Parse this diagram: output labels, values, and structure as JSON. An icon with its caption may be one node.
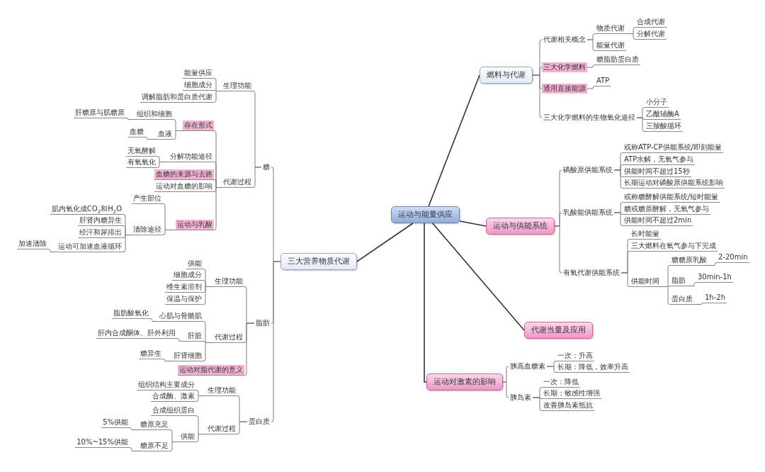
{
  "diagram": {
    "nodes": [
      {
        "text": [
          "运动与能量供应"
        ]
      },
      {
        "text": [
          "燃料与代谢"
        ]
      },
      {
        "text": [
          "代谢相关概念"
        ]
      },
      {
        "text": [
          "物质代谢"
        ]
      },
      {
        "text": [
          "合成代谢"
        ]
      },
      {
        "text": [
          "分解代谢"
        ]
      },
      {
        "text": [
          "能量代谢"
        ]
      },
      {
        "text": [
          "三大化学燃料"
        ]
      },
      {
        "text": [
          "糖脂肪蛋白质"
        ]
      },
      {
        "text": [
          "通用直接能源"
        ]
      },
      {
        "text": [
          "ATP"
        ]
      },
      {
        "text": [
          "三大化学燃料的生物氧化途径"
        ]
      },
      {
        "text": [
          "小分子"
        ]
      },
      {
        "text": [
          "乙酰辅酶A"
        ]
      },
      {
        "text": [
          "三羧酸循环"
        ]
      },
      {
        "text": [
          "运动与供能系统"
        ]
      },
      {
        "text": [
          "磷酸原供能系统"
        ]
      },
      {
        "text": [
          "或称ATP-CP供能系统/即刻能量"
        ]
      },
      {
        "text": [
          "ATP水解，无氧气参与"
        ]
      },
      {
        "text": [
          "供能时间不超过15秒"
        ]
      },
      {
        "text": [
          "长期运动对磷酸原供能系统影响"
        ]
      },
      {
        "text": [
          "乳酸能供能系统"
        ]
      },
      {
        "text": [
          "或称糖酵解供能系统/短时能量"
        ]
      },
      {
        "text": [
          "糖或糖原酵解，无氧气参与"
        ]
      },
      {
        "text": [
          "供能时间不超过2min"
        ]
      },
      {
        "text": [
          "有氧代谢供能系统"
        ]
      },
      {
        "text": [
          "长时能量"
        ]
      },
      {
        "text": [
          "三大燃料在氧气参与下完成"
        ]
      },
      {
        "text": [
          "供能时间"
        ]
      },
      {
        "text": [
          "糖糖原乳酸"
        ]
      },
      {
        "text": [
          "2-20min"
        ]
      },
      {
        "text": [
          "脂肪"
        ]
      },
      {
        "text": [
          "30min-1h"
        ]
      },
      {
        "text": [
          "蛋白质"
        ]
      },
      {
        "text": [
          "1h-2h"
        ]
      },
      {
        "text": [
          "代谢当量及应用"
        ]
      },
      {
        "text": [
          "运动对激素的影响"
        ]
      },
      {
        "text": [
          "胰高血糖素"
        ]
      },
      {
        "text": [
          "一次：升高"
        ]
      },
      {
        "text": [
          "长期：降低，效率升高"
        ]
      },
      {
        "text": [
          "胰岛素"
        ]
      },
      {
        "text": [
          "一次：降低"
        ]
      },
      {
        "text": [
          "长期：敏感性增强"
        ]
      },
      {
        "text": [
          "改善胰岛素抵抗"
        ]
      },
      {
        "text": [
          "三大营养物质代谢"
        ]
      },
      {
        "text": [
          "糖"
        ]
      },
      {
        "text": [
          "生理功能"
        ]
      },
      {
        "text": [
          "能量供应"
        ]
      },
      {
        "text": [
          "细胞成分"
        ]
      },
      {
        "text": [
          "调解脂肪和蛋白质代谢"
        ]
      },
      {
        "text": [
          "代谢过程"
        ]
      },
      {
        "text": [
          "存在形式"
        ]
      },
      {
        "text": [
          "组织和细胞"
        ]
      },
      {
        "text": [
          "肝糖原与肌糖原"
        ]
      },
      {
        "text": [
          "血液"
        ]
      },
      {
        "text": [
          "血糖"
        ]
      },
      {
        "text": [
          "分解功能途径"
        ]
      },
      {
        "text": [
          "无氧酵解"
        ]
      },
      {
        "text": [
          "有氧氧化"
        ]
      },
      {
        "text": [
          "血糖的来源与去路"
        ]
      },
      {
        "text": [
          "运动对血糖的影响"
        ]
      },
      {
        "text": [
          "运动与乳酸"
        ]
      },
      {
        "text": [
          "产生部位"
        ]
      },
      {
        "text": [
          "清除途径"
        ]
      },
      {
        "text": [
          "肌内氧化成CO$_{2}$和H$_{2}$O"
        ]
      },
      {
        "text": [
          "肝肾内糖异生"
        ]
      },
      {
        "text": [
          "经汗和尿排出"
        ]
      },
      {
        "text": [
          "运动可加速血液循环"
        ]
      },
      {
        "text": [
          "加速清除"
        ]
      },
      {
        "text": [
          "脂肪"
        ]
      },
      {
        "text": [
          "生理功能"
        ]
      },
      {
        "text": [
          "供能"
        ]
      },
      {
        "text": [
          "细胞成分"
        ]
      },
      {
        "text": [
          "维生素溶剂"
        ]
      },
      {
        "text": [
          "保温与保护"
        ]
      },
      {
        "text": [
          "代谢过程"
        ]
      },
      {
        "text": [
          "心肌与骨骼肌"
        ]
      },
      {
        "text": [
          "脂肪酸氧化"
        ]
      },
      {
        "text": [
          "肝脏"
        ]
      },
      {
        "text": [
          "肝内合成酮体、肝外利用"
        ]
      },
      {
        "text": [
          "肝肾细胞"
        ]
      },
      {
        "text": [
          "糖异生"
        ]
      },
      {
        "text": [
          "运动对脂代谢的意义"
        ]
      },
      {
        "text": [
          "蛋白质"
        ]
      },
      {
        "text": [
          "生理功能"
        ]
      },
      {
        "text": [
          "组织结构主要成分"
        ]
      },
      {
        "text": [
          "合成酶、激素"
        ]
      },
      {
        "text": [
          "代谢过程"
        ]
      },
      {
        "text": [
          "合成组织蛋白"
        ]
      },
      {
        "text": [
          "供能"
        ]
      },
      {
        "text": [
          "糖原充足"
        ]
      },
      {
        "text": [
          "5%供能"
        ]
      },
      {
        "text": [
          "糖原不足"
        ]
      },
      {
        "text": [
          "10%~15%供能"
        ]
      }
    ],
    "edges": [
      {
        "from": 0,
        "to": 1,
        "arrow": "none"
      },
      {
        "from": 0,
        "to": 15,
        "arrow": "none"
      },
      {
        "from": 0,
        "to": 35,
        "arrow": "none"
      },
      {
        "from": 0,
        "to": 36,
        "arrow": "none"
      },
      {
        "from": 0,
        "to": 44,
        "arrow": "none"
      },
      {
        "from": 1,
        "to": 2,
        "arrow": "none"
      },
      {
        "from": 2,
        "to": 3,
        "arrow": "none"
      },
      {
        "from": 3,
        "to": 4,
        "arrow": "none"
      },
      {
        "from": 3,
        "to": 5,
        "arrow": "none"
      },
      {
        "from": 2,
        "to": 6,
        "arrow": "none"
      },
      {
        "from": 1,
        "to": 7,
        "arrow": "none"
      },
      {
        "from": 7,
        "to": 8,
        "arrow": "none"
      },
      {
        "from": 1,
        "to": 9,
        "arrow": "none"
      },
      {
        "from": 9,
        "to": 10,
        "arrow": "none"
      },
      {
        "from": 1,
        "to": 11,
        "arrow": "none"
      },
      {
        "from": 11,
        "to": 12,
        "arrow": "none"
      },
      {
        "from": 11,
        "to": 13,
        "arrow": "none"
      },
      {
        "from": 11,
        "to": 14,
        "arrow": "none"
      },
      {
        "from": 15,
        "to": 16,
        "arrow": "none"
      },
      {
        "from": 16,
        "to": 17,
        "arrow": "none"
      },
      {
        "from": 16,
        "to": 18,
        "arrow": "none"
      },
      {
        "from": 16,
        "to": 19,
        "arrow": "none"
      },
      {
        "from": 16,
        "to": 20,
        "arrow": "none"
      },
      {
        "from": 15,
        "to": 21,
        "arrow": "none"
      },
      {
        "from": 21,
        "to": 22,
        "arrow": "none"
      },
      {
        "from": 21,
        "to": 23,
        "arrow": "none"
      },
      {
        "from": 21,
        "to": 24,
        "arrow": "none"
      },
      {
        "from": 15,
        "to": 25,
        "arrow": "none"
      },
      {
        "from": 25,
        "to": 26,
        "arrow": "none"
      },
      {
        "from": 25,
        "to": 27,
        "arrow": "none"
      },
      {
        "from": 25,
        "to": 28,
        "arrow": "none"
      },
      {
        "from": 28,
        "to": 29,
        "arrow": "none"
      },
      {
        "from": 29,
        "to": 30,
        "arrow": "none"
      },
      {
        "from": 28,
        "to": 31,
        "arrow": "none"
      },
      {
        "from": 31,
        "to": 32,
        "arrow": "none"
      },
      {
        "from": 28,
        "to": 33,
        "arrow": "none"
      },
      {
        "from": 33,
        "to": 34,
        "arrow": "none"
      },
      {
        "from": 36,
        "to": 37,
        "arrow": "none"
      },
      {
        "from": 37,
        "to": 38,
        "arrow": "none"
      },
      {
        "from": 37,
        "to": 39,
        "arrow": "none"
      },
      {
        "from": 36,
        "to": 40,
        "arrow": "none"
      },
      {
        "from": 40,
        "to": 41,
        "arrow": "none"
      },
      {
        "from": 40,
        "to": 42,
        "arrow": "none"
      },
      {
        "from": 40,
        "to": 43,
        "arrow": "none"
      },
      {
        "from": 44,
        "to": 45,
        "arrow": "none"
      },
      {
        "from": 45,
        "to": 46,
        "arrow": "none"
      },
      {
        "from": 46,
        "to": 47,
        "arrow": "none"
      },
      {
        "from": 46,
        "to": 48,
        "arrow": "none"
      },
      {
        "from": 46,
        "to": 49,
        "arrow": "none"
      },
      {
        "from": 45,
        "to": 50,
        "arrow": "none"
      },
      {
        "from": 50,
        "to": 51,
        "arrow": "none"
      },
      {
        "from": 51,
        "to": 52,
        "arrow": "none"
      },
      {
        "from": 52,
        "to": 53,
        "arrow": "none"
      },
      {
        "from": 51,
        "to": 54,
        "arrow": "none"
      },
      {
        "from": 54,
        "to": 55,
        "arrow": "none"
      },
      {
        "from": 50,
        "to": 56,
        "arrow": "none"
      },
      {
        "from": 56,
        "to": 57,
        "arrow": "none"
      },
      {
        "from": 56,
        "to": 58,
        "arrow": "none"
      },
      {
        "from": 50,
        "to": 59,
        "arrow": "none"
      },
      {
        "from": 50,
        "to": 60,
        "arrow": "none"
      },
      {
        "from": 50,
        "to": 61,
        "arrow": "none"
      },
      {
        "from": 61,
        "to": 62,
        "arrow": "none"
      },
      {
        "from": 61,
        "to": 63,
        "arrow": "none"
      },
      {
        "from": 63,
        "to": 64,
        "arrow": "none"
      },
      {
        "from": 63,
        "to": 65,
        "arrow": "none"
      },
      {
        "from": 63,
        "to": 66,
        "arrow": "none"
      },
      {
        "from": 63,
        "to": 67,
        "arrow": "none"
      },
      {
        "from": 67,
        "to": 68,
        "arrow": "none"
      },
      {
        "from": 44,
        "to": 69,
        "arrow": "none"
      },
      {
        "from": 69,
        "to": 70,
        "arrow": "none"
      },
      {
        "from": 70,
        "to": 71,
        "arrow": "none"
      },
      {
        "from": 70,
        "to": 72,
        "arrow": "none"
      },
      {
        "from": 70,
        "to": 73,
        "arrow": "none"
      },
      {
        "from": 70,
        "to": 74,
        "arrow": "none"
      },
      {
        "from": 69,
        "to": 75,
        "arrow": "none"
      },
      {
        "from": 75,
        "to": 76,
        "arrow": "none"
      },
      {
        "from": 76,
        "to": 77,
        "arrow": "none"
      },
      {
        "from": 75,
        "to": 78,
        "arrow": "none"
      },
      {
        "from": 78,
        "to": 79,
        "arrow": "none"
      },
      {
        "from": 75,
        "to": 80,
        "arrow": "none"
      },
      {
        "from": 80,
        "to": 81,
        "arrow": "none"
      },
      {
        "from": 69,
        "to": 82,
        "arrow": "none"
      },
      {
        "from": 44,
        "to": 83,
        "arrow": "none"
      },
      {
        "from": 83,
        "to": 84,
        "arrow": "none"
      },
      {
        "from": 84,
        "to": 85,
        "arrow": "none"
      },
      {
        "from": 84,
        "to": 86,
        "arrow": "none"
      },
      {
        "from": 83,
        "to": 87,
        "arrow": "none"
      },
      {
        "from": 87,
        "to": 88,
        "arrow": "none"
      },
      {
        "from": 87,
        "to": 89,
        "arrow": "none"
      },
      {
        "from": 89,
        "to": 90,
        "arrow": "none"
      },
      {
        "from": 90,
        "to": 91,
        "arrow": "none"
      },
      {
        "from": 89,
        "to": 92,
        "arrow": "none"
      },
      {
        "from": 92,
        "to": 93,
        "arrow": "none"
      }
    ]
  }
}
